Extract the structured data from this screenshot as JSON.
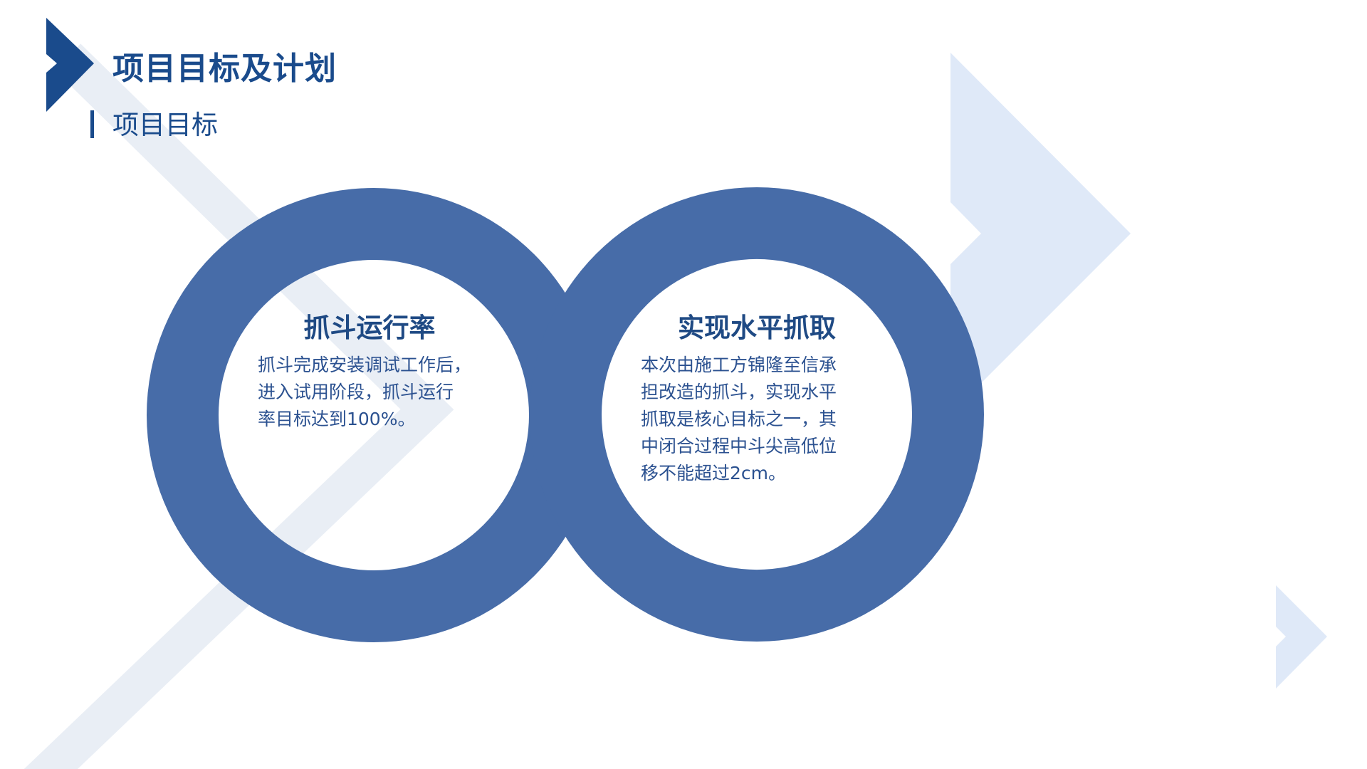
{
  "header": {
    "title": "项目目标及计划",
    "subtitle": "项目目标"
  },
  "cards": [
    {
      "heading": "抓斗运行率",
      "lines": [
        "抓斗完成安装调试工作后，",
        "进入试用阶段，抓斗运行",
        "率目标达到100%。"
      ]
    },
    {
      "heading": "实现水平抓取",
      "lines": [
        "本次由施工方锦隆至信承",
        "担改造的抓斗，实现水平",
        "抓取是核心目标之一，其",
        "中闭合过程中斗尖高低位",
        "移不能超过2cm。"
      ]
    }
  ],
  "colors": {
    "primary": "#1a4b8c",
    "ring": "#476ca8",
    "light_band": "#e9eef5",
    "light_chevron": "#dfe9f8"
  }
}
